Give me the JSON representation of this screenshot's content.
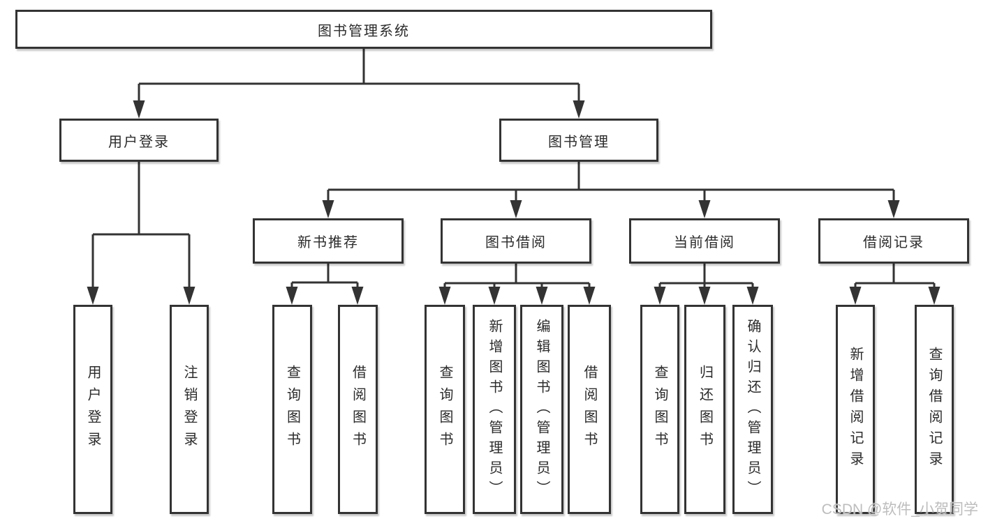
{
  "tree": {
    "root": {
      "label": "图书管理系统"
    },
    "branches": [
      {
        "label": "用户登录",
        "children": [
          {
            "label": "用户登录"
          },
          {
            "label": "注销登录"
          }
        ]
      },
      {
        "label": "图书管理",
        "sections": [
          {
            "label": "新书推荐",
            "children": [
              {
                "label": "查询图书"
              },
              {
                "label": "借阅图书"
              }
            ]
          },
          {
            "label": "图书借阅",
            "children": [
              {
                "label": "查询图书"
              },
              {
                "label": "新增图书（管理员）"
              },
              {
                "label": "编辑图书（管理员）"
              },
              {
                "label": "借阅图书"
              }
            ]
          },
          {
            "label": "当前借阅",
            "children": [
              {
                "label": "查询图书"
              },
              {
                "label": "归还图书"
              },
              {
                "label": "确认归还（管理员）"
              }
            ]
          },
          {
            "label": "借阅记录",
            "children": [
              {
                "label": "新增借阅记录"
              },
              {
                "label": "查询借阅记录"
              }
            ]
          }
        ]
      }
    ]
  },
  "watermark": {
    "text": "CSDN @软件_小贺同学"
  },
  "colors": {
    "line": "#333333",
    "box_border": "#333333",
    "box_fill": "#ffffff",
    "text": "#2b2b2b",
    "watermark": "#bdbdbd"
  }
}
